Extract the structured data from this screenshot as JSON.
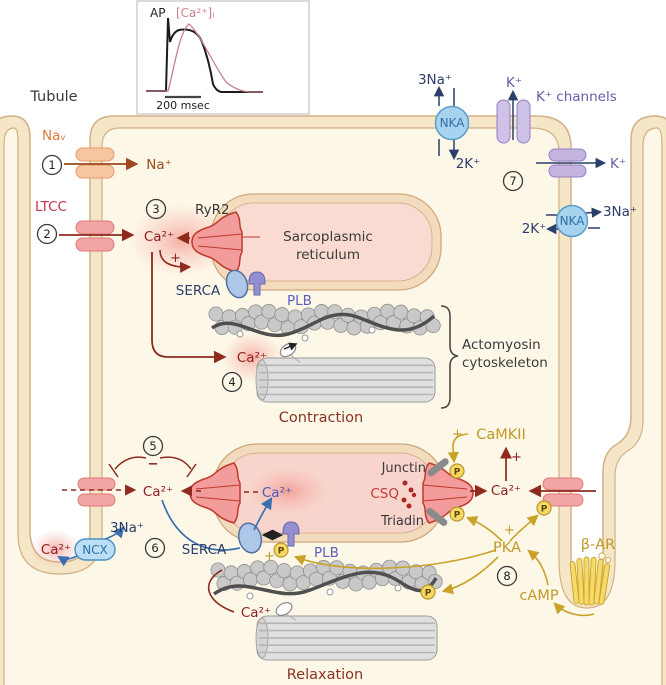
{
  "colors": {
    "membrane_band": "#f5e6c8",
    "membrane_line": "#d1b185",
    "cytoplasm": "#fdf7e8",
    "sr_fill": "#f9dbd2",
    "ca_glow": "#ef8078",
    "ca_red": "#8e2020",
    "navy": "#2c3e6b",
    "ncx_blue": "#3a6fb0",
    "gold": "#c9a227",
    "purple": "#6a5aa8",
    "channel_pink": "#f2a5a5",
    "channel_orange": "#f7c5a0",
    "ryr_red": "#f29c9c"
  },
  "inset": {
    "ap_label": "AP",
    "ca_label": "[Ca²⁺]ᵢ",
    "scalebar_label": "200 msec"
  },
  "ions": {
    "na": "Na⁺",
    "ca": "Ca²⁺",
    "k": "K⁺",
    "na3": "3Na⁺",
    "k2": "2K⁺"
  },
  "proteins": {
    "nav": "Naᵥ",
    "ltcc": "LTCC",
    "ryr2": "RyR2",
    "serca": "SERCA",
    "plb": "PLB",
    "nka": "NKA",
    "ncx": "NCX",
    "k_channels": "K⁺ channels",
    "junctin": "Junctin",
    "triadin": "Triadin",
    "csq": "CSQ",
    "camkii": "CaMKII",
    "pka": "PKA",
    "camp": "cAMP",
    "beta_ar": "β-AR"
  },
  "labels": {
    "tubule": "Tubule",
    "sr_line1": "Sarcoplasmic",
    "sr_line2": "reticulum",
    "actomyosin_line1": "Actomyosin",
    "actomyosin_line2": "cytoskeleton",
    "contraction": "Contraction",
    "relaxation": "Relaxation",
    "phospho": "P",
    "plus": "+",
    "minus": "−"
  },
  "steps": [
    "1",
    "2",
    "3",
    "4",
    "5",
    "6",
    "7",
    "8"
  ]
}
